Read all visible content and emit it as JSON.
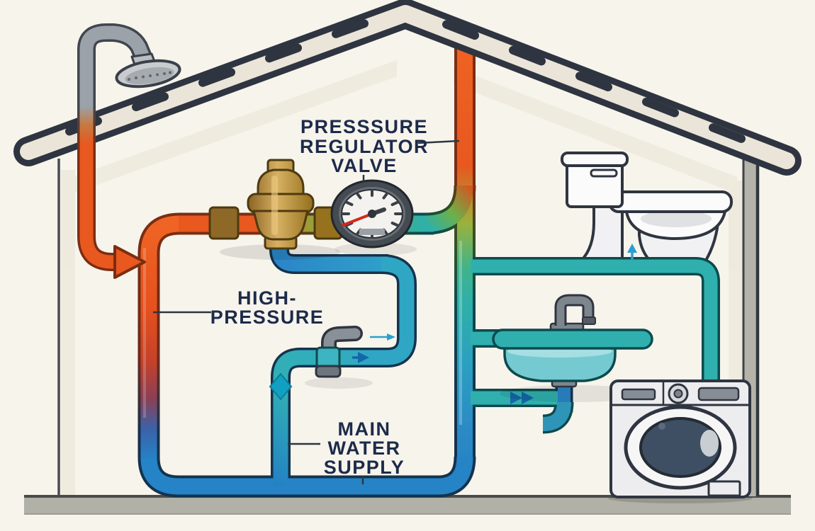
{
  "diagram": {
    "title": "Home water pressure regulator cutaway diagram",
    "labels": {
      "pressure_regulator_valve": {
        "line1": "PRESSSURE",
        "line2": "REGULATOR",
        "line3": "VALVE"
      },
      "high_pressure": {
        "line1": "HIGH-",
        "line2": "PRESSURE"
      },
      "main_water_supply": {
        "line1": "MAIN",
        "line2": "WATER",
        "line3": "SUPPLY"
      }
    },
    "components": [
      {
        "name": "shower-head-icon"
      },
      {
        "name": "pressure-regulator-valve-icon"
      },
      {
        "name": "pressure-gauge-icon"
      },
      {
        "name": "hose-bib-icon"
      },
      {
        "name": "toilet-icon"
      },
      {
        "name": "sink-icon"
      },
      {
        "name": "faucet-icon"
      },
      {
        "name": "washing-machine-icon"
      },
      {
        "name": "flow-arrow-icon"
      }
    ],
    "colors": {
      "background": "#f7f4ec",
      "high_pressure_pipe_orange": "#e8581f",
      "regulated_pipe_blue": "#2583c6",
      "fixture_pipe_teal": "#2fb0ae",
      "transition_green": "#6cb04a",
      "brass_valve": "#d7b063",
      "gauge_needle_red": "#cf2a1e",
      "flow_arrow_blue": "#2a9fd0",
      "structure_outline": "#2e3440",
      "ground_gray": "#b2b1a7",
      "label_text": "#1d2b4a"
    }
  }
}
